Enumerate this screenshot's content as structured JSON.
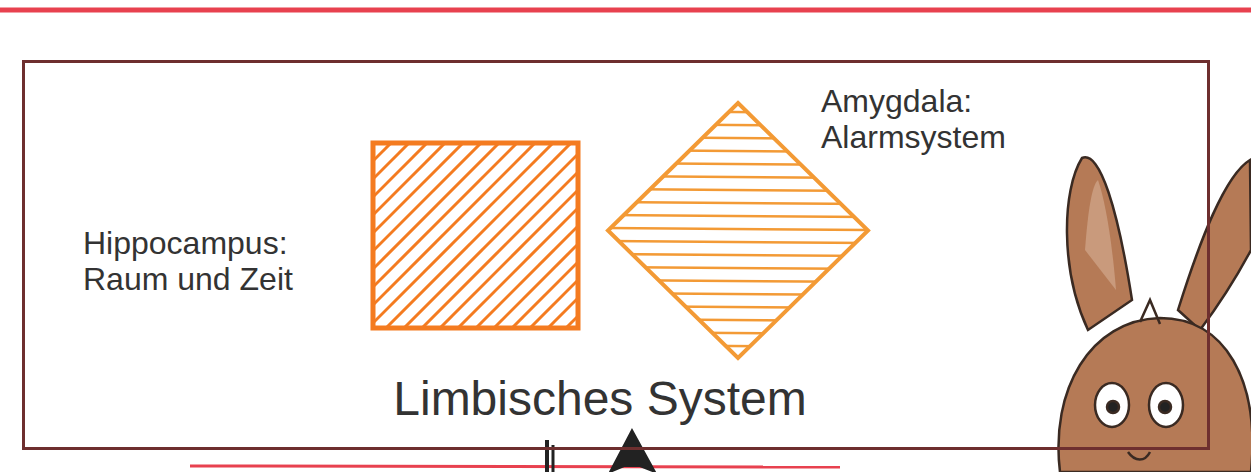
{
  "diagram": {
    "nodes": [
      {
        "text": [
          "Limbisches System"
        ]
      },
      {
        "text": [
          "Hippocampus: Raum und Zeit"
        ],
        "in": 0
      },
      {
        "text": [
          "Amygdala: Alarmsystem"
        ],
        "in": 0
      }
    ]
  }
}
